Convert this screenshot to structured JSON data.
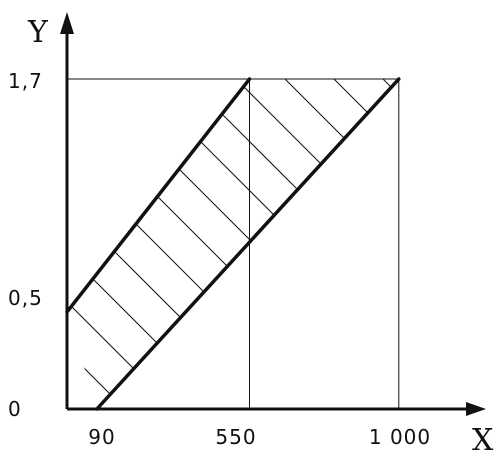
{
  "diagram": {
    "axes": {
      "x_label": "X",
      "y_label": "Y",
      "x_ticks": [
        {
          "value": 90,
          "label": "90"
        },
        {
          "value": 550,
          "label": "550"
        },
        {
          "value": 1000,
          "label": "1 000"
        }
      ],
      "y_ticks": [
        {
          "value": 0,
          "label": "0"
        },
        {
          "value": 0.5,
          "label": "0,5"
        },
        {
          "value": 1.7,
          "label": "1,7"
        }
      ]
    },
    "region": {
      "vertices": [
        [
          0,
          0.5
        ],
        [
          550,
          1.7
        ],
        [
          1000,
          1.7
        ],
        [
          90,
          0
        ]
      ],
      "fill": "hatched"
    },
    "reference_lines": [
      {
        "type": "vertical",
        "x": 550
      },
      {
        "type": "vertical",
        "x": 1000
      },
      {
        "type": "horizontal",
        "y": 1.7
      }
    ],
    "colors": {
      "line": "#111111",
      "background": "#ffffff"
    }
  }
}
